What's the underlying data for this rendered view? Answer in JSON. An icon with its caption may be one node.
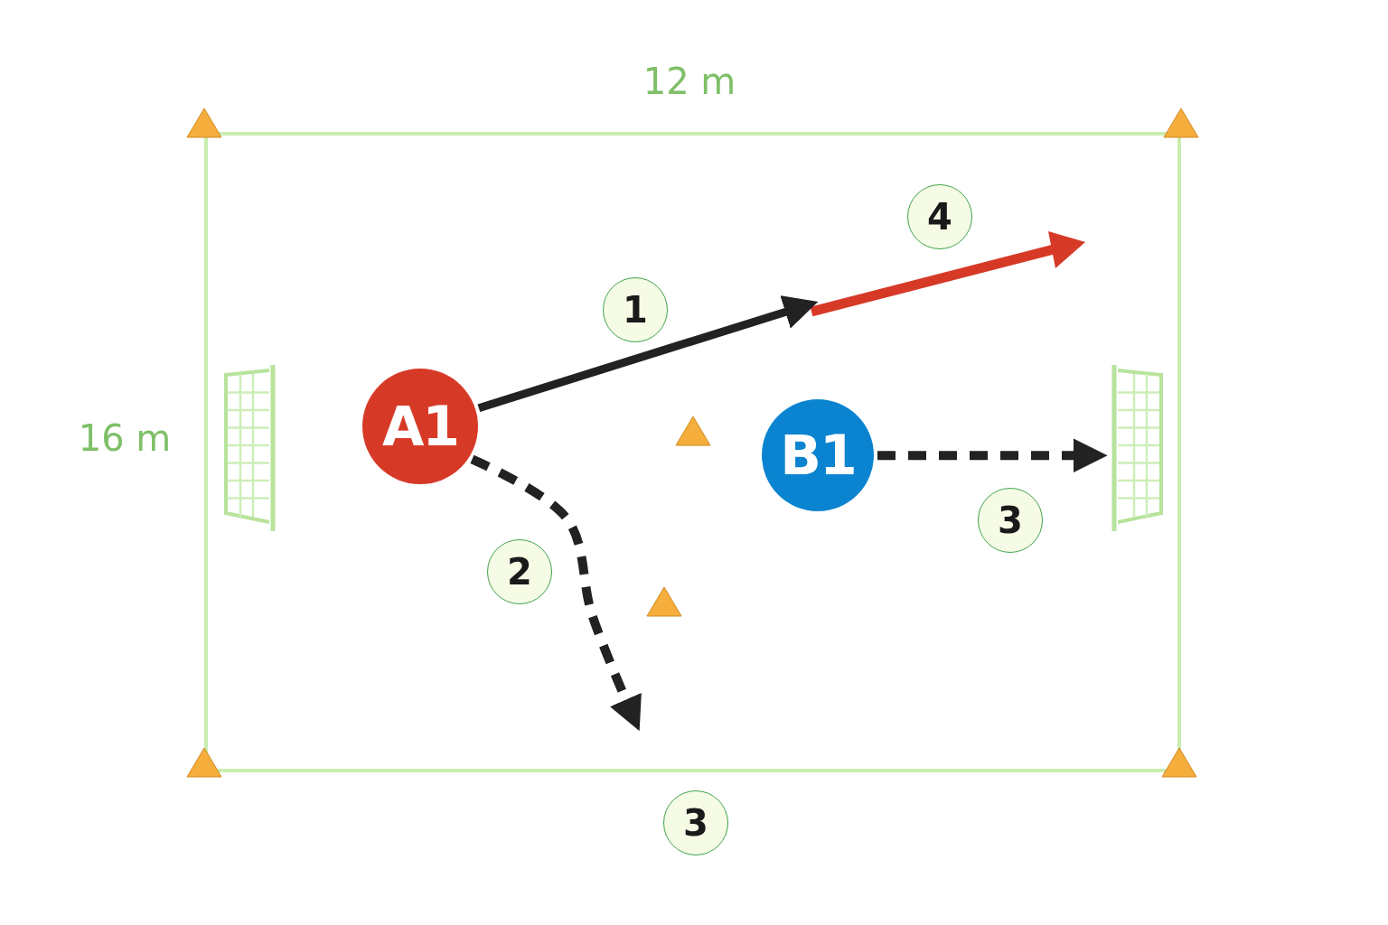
{
  "diagram": {
    "nodes": [
      {
        "text": [
          "A1"
        ]
      },
      {
        "text": [
          "B1"
        ]
      },
      {
        "text": [],
        "shape": "picture"
      }
    ],
    "edges": [
      {
        "from": 0,
        "to": null,
        "arrow": "to"
      },
      {
        "from": 0,
        "to": null,
        "arrow": "to",
        "style": "dashed"
      },
      {
        "from": 1,
        "to": 2,
        "arrow": "to",
        "style": "dashed"
      }
    ],
    "labels": [
      "12 m",
      "16 m",
      "4",
      "1",
      "2",
      "3",
      "3"
    ]
  }
}
